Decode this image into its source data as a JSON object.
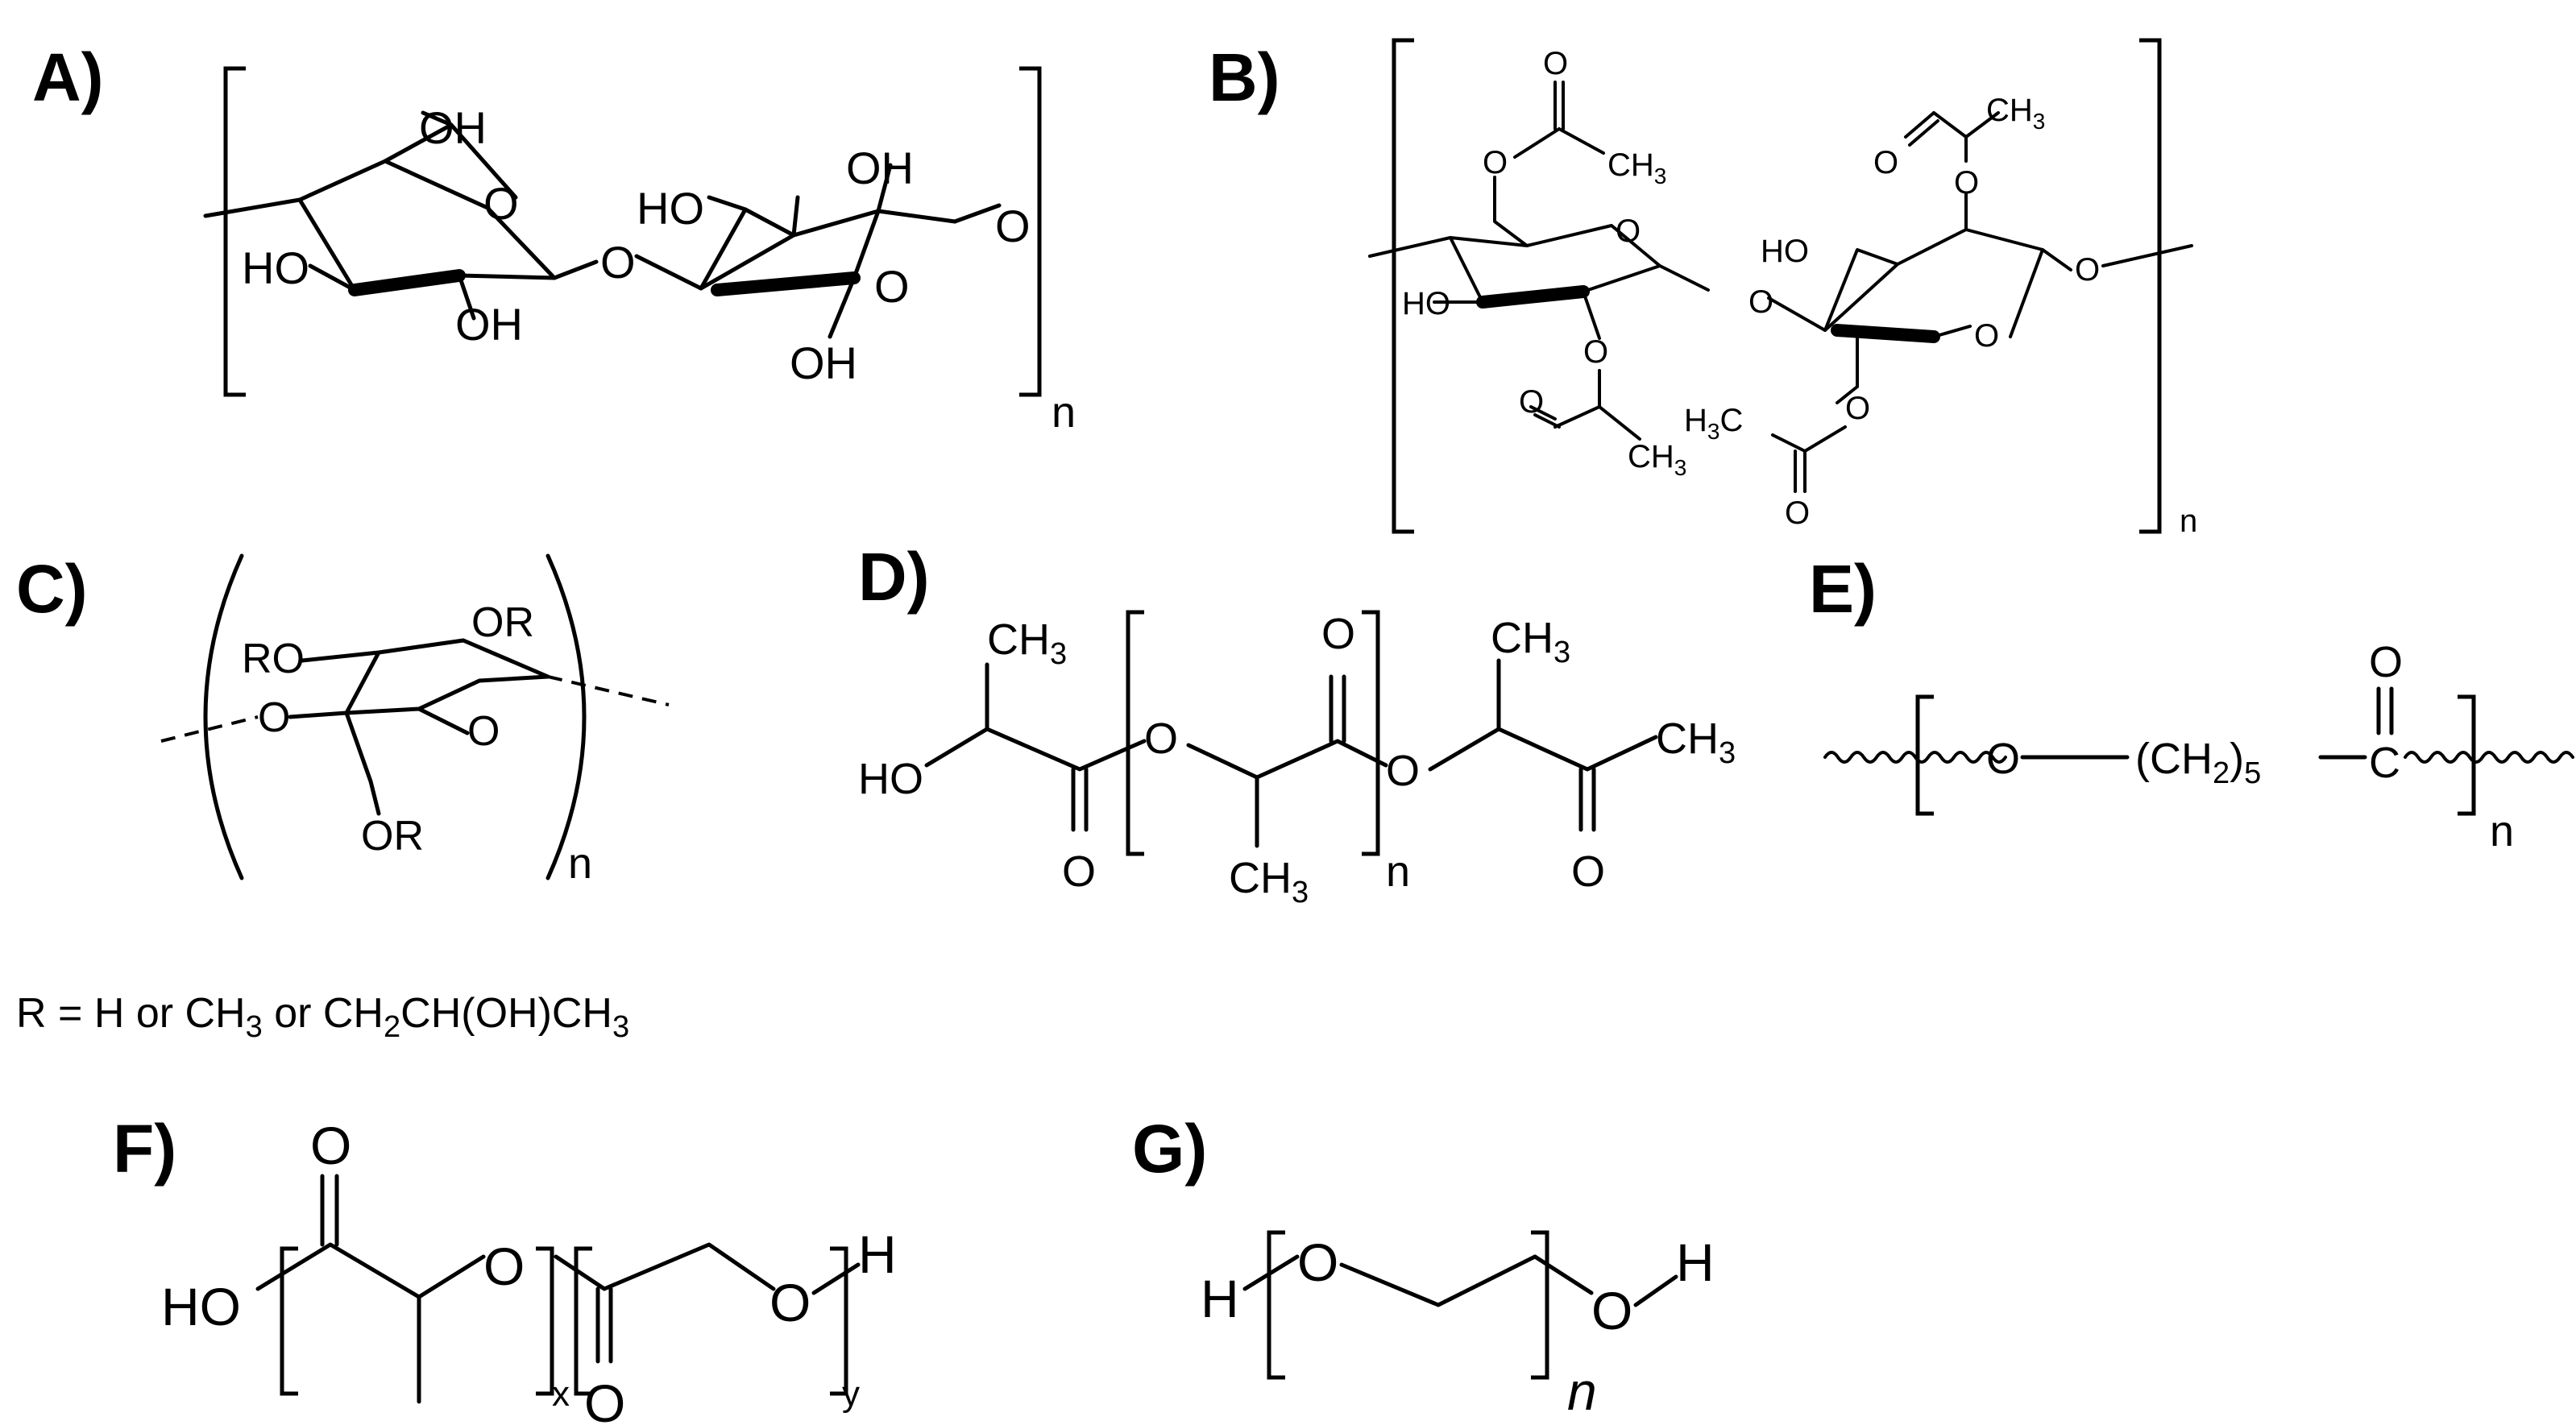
{
  "panels": {
    "A": {
      "label": "A)",
      "atoms": {
        "oh_top": "OH",
        "o_ring1": "O",
        "ho_left": "HO",
        "oh_bottom": "OH",
        "o_glyc": "O",
        "ho_mid": "HO",
        "oh_top2": "OH",
        "o_ring2": "O",
        "oh_bottom2": "OH",
        "o_end": "O"
      },
      "sub": "n"
    },
    "B": {
      "label": "B)",
      "atoms": {
        "o_top": "O",
        "ch3_1": "CH",
        "o_ester1": "O",
        "o_ring1": "O",
        "ho_mid": "HO",
        "o_right_top": "O",
        "ch3_2": "CH",
        "o_carb2": "O",
        "o_ester2": "O",
        "o_glyc": "O",
        "ho_left": "HO",
        "o_ester3": "O",
        "o_carb3": "O",
        "ch3_3": "CH",
        "h3c": "H",
        "c_h3c": "C",
        "o_ester4": "O",
        "o_carb4": "O",
        "o_ring2": "O",
        "o_end": "O"
      },
      "sub": "n",
      "sub3": "3"
    },
    "C": {
      "label": "C)",
      "atoms": {
        "or_top": "OR",
        "ro": "RO",
        "o_left": "O",
        "o_ring": "O",
        "or_bottom": "OR"
      },
      "sub": "n",
      "legend": {
        "prefix": "R = H  or  CH",
        "mid": "  or  CH",
        "h2": "2",
        "tail": "CH(OH)CH",
        "three": "3"
      }
    },
    "D": {
      "label": "D)",
      "atoms": {
        "ch3_left": "CH",
        "ho": "HO",
        "o_carb1": "O",
        "o_link1": "O",
        "o_carb_top": "O",
        "ch3_bottom": "CH",
        "o_link2": "O",
        "ch3_right_top": "CH",
        "ch3_right": "CH",
        "o_carb3": "O"
      },
      "sub": "n",
      "sub3": "3"
    },
    "E": {
      "label": "E)",
      "atoms": {
        "o": "O",
        "ch2": "(CH",
        "ch2_sub": "2",
        "ch2_close": ")",
        "five": "5",
        "c": "C",
        "o_carb": "O"
      },
      "sub": "n"
    },
    "F": {
      "label": "F)",
      "atoms": {
        "o_top": "O",
        "ho": "HO",
        "o_mid": "O",
        "o_carb2": "O",
        "o_right": "O",
        "h": "H"
      },
      "sub_x": "x",
      "sub_y": "y"
    },
    "G": {
      "label": "G)",
      "atoms": {
        "h_left": "H",
        "o_left": "O",
        "o_right": "O",
        "h_right": "H"
      },
      "sub": "n"
    }
  }
}
